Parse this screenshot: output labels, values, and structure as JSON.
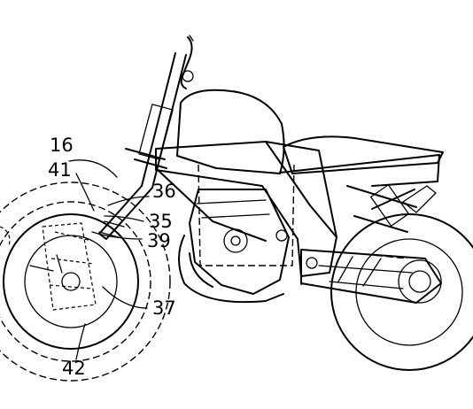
{
  "references": {
    "r16": "16",
    "r41": "41",
    "r36": "36",
    "r35": "35",
    "r39": "39",
    "r37": "37",
    "r42": "42"
  },
  "parts": {
    "front_wheel": "front-wheel",
    "rear_wheel": "rear-wheel",
    "fuel_tank": "fuel-tank",
    "seat": "seat",
    "engine": "engine",
    "handlebar": "handlebar",
    "swingarm": "swingarm"
  }
}
